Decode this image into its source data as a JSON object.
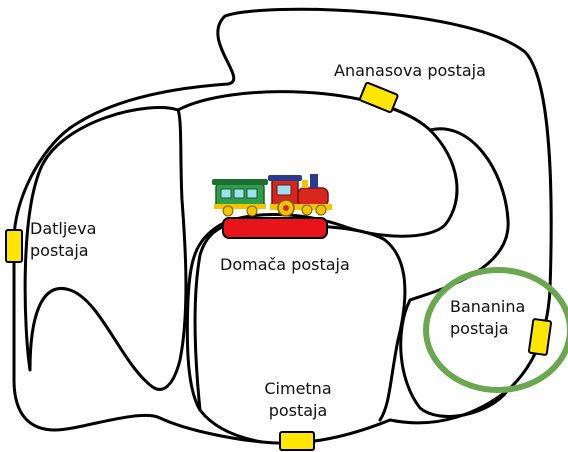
{
  "stations": {
    "ananas": {
      "label": "Ananasova postaja"
    },
    "datlje": {
      "line1": "Datljeva",
      "line2": "postaja"
    },
    "home": {
      "label": "Domača postaja"
    },
    "cimet": {
      "line1": "Cimetna",
      "line2": "postaja"
    },
    "banana": {
      "line1": "Bananina",
      "line2": "postaja"
    }
  },
  "colors": {
    "track": "#000000",
    "station_marker": "#ffe600",
    "home_platform": "#e8141c",
    "highlight_ring": "#6aa84f",
    "train_engine": "#d9261c",
    "train_car": "#2e9e48",
    "train_base": "#f2c500"
  }
}
